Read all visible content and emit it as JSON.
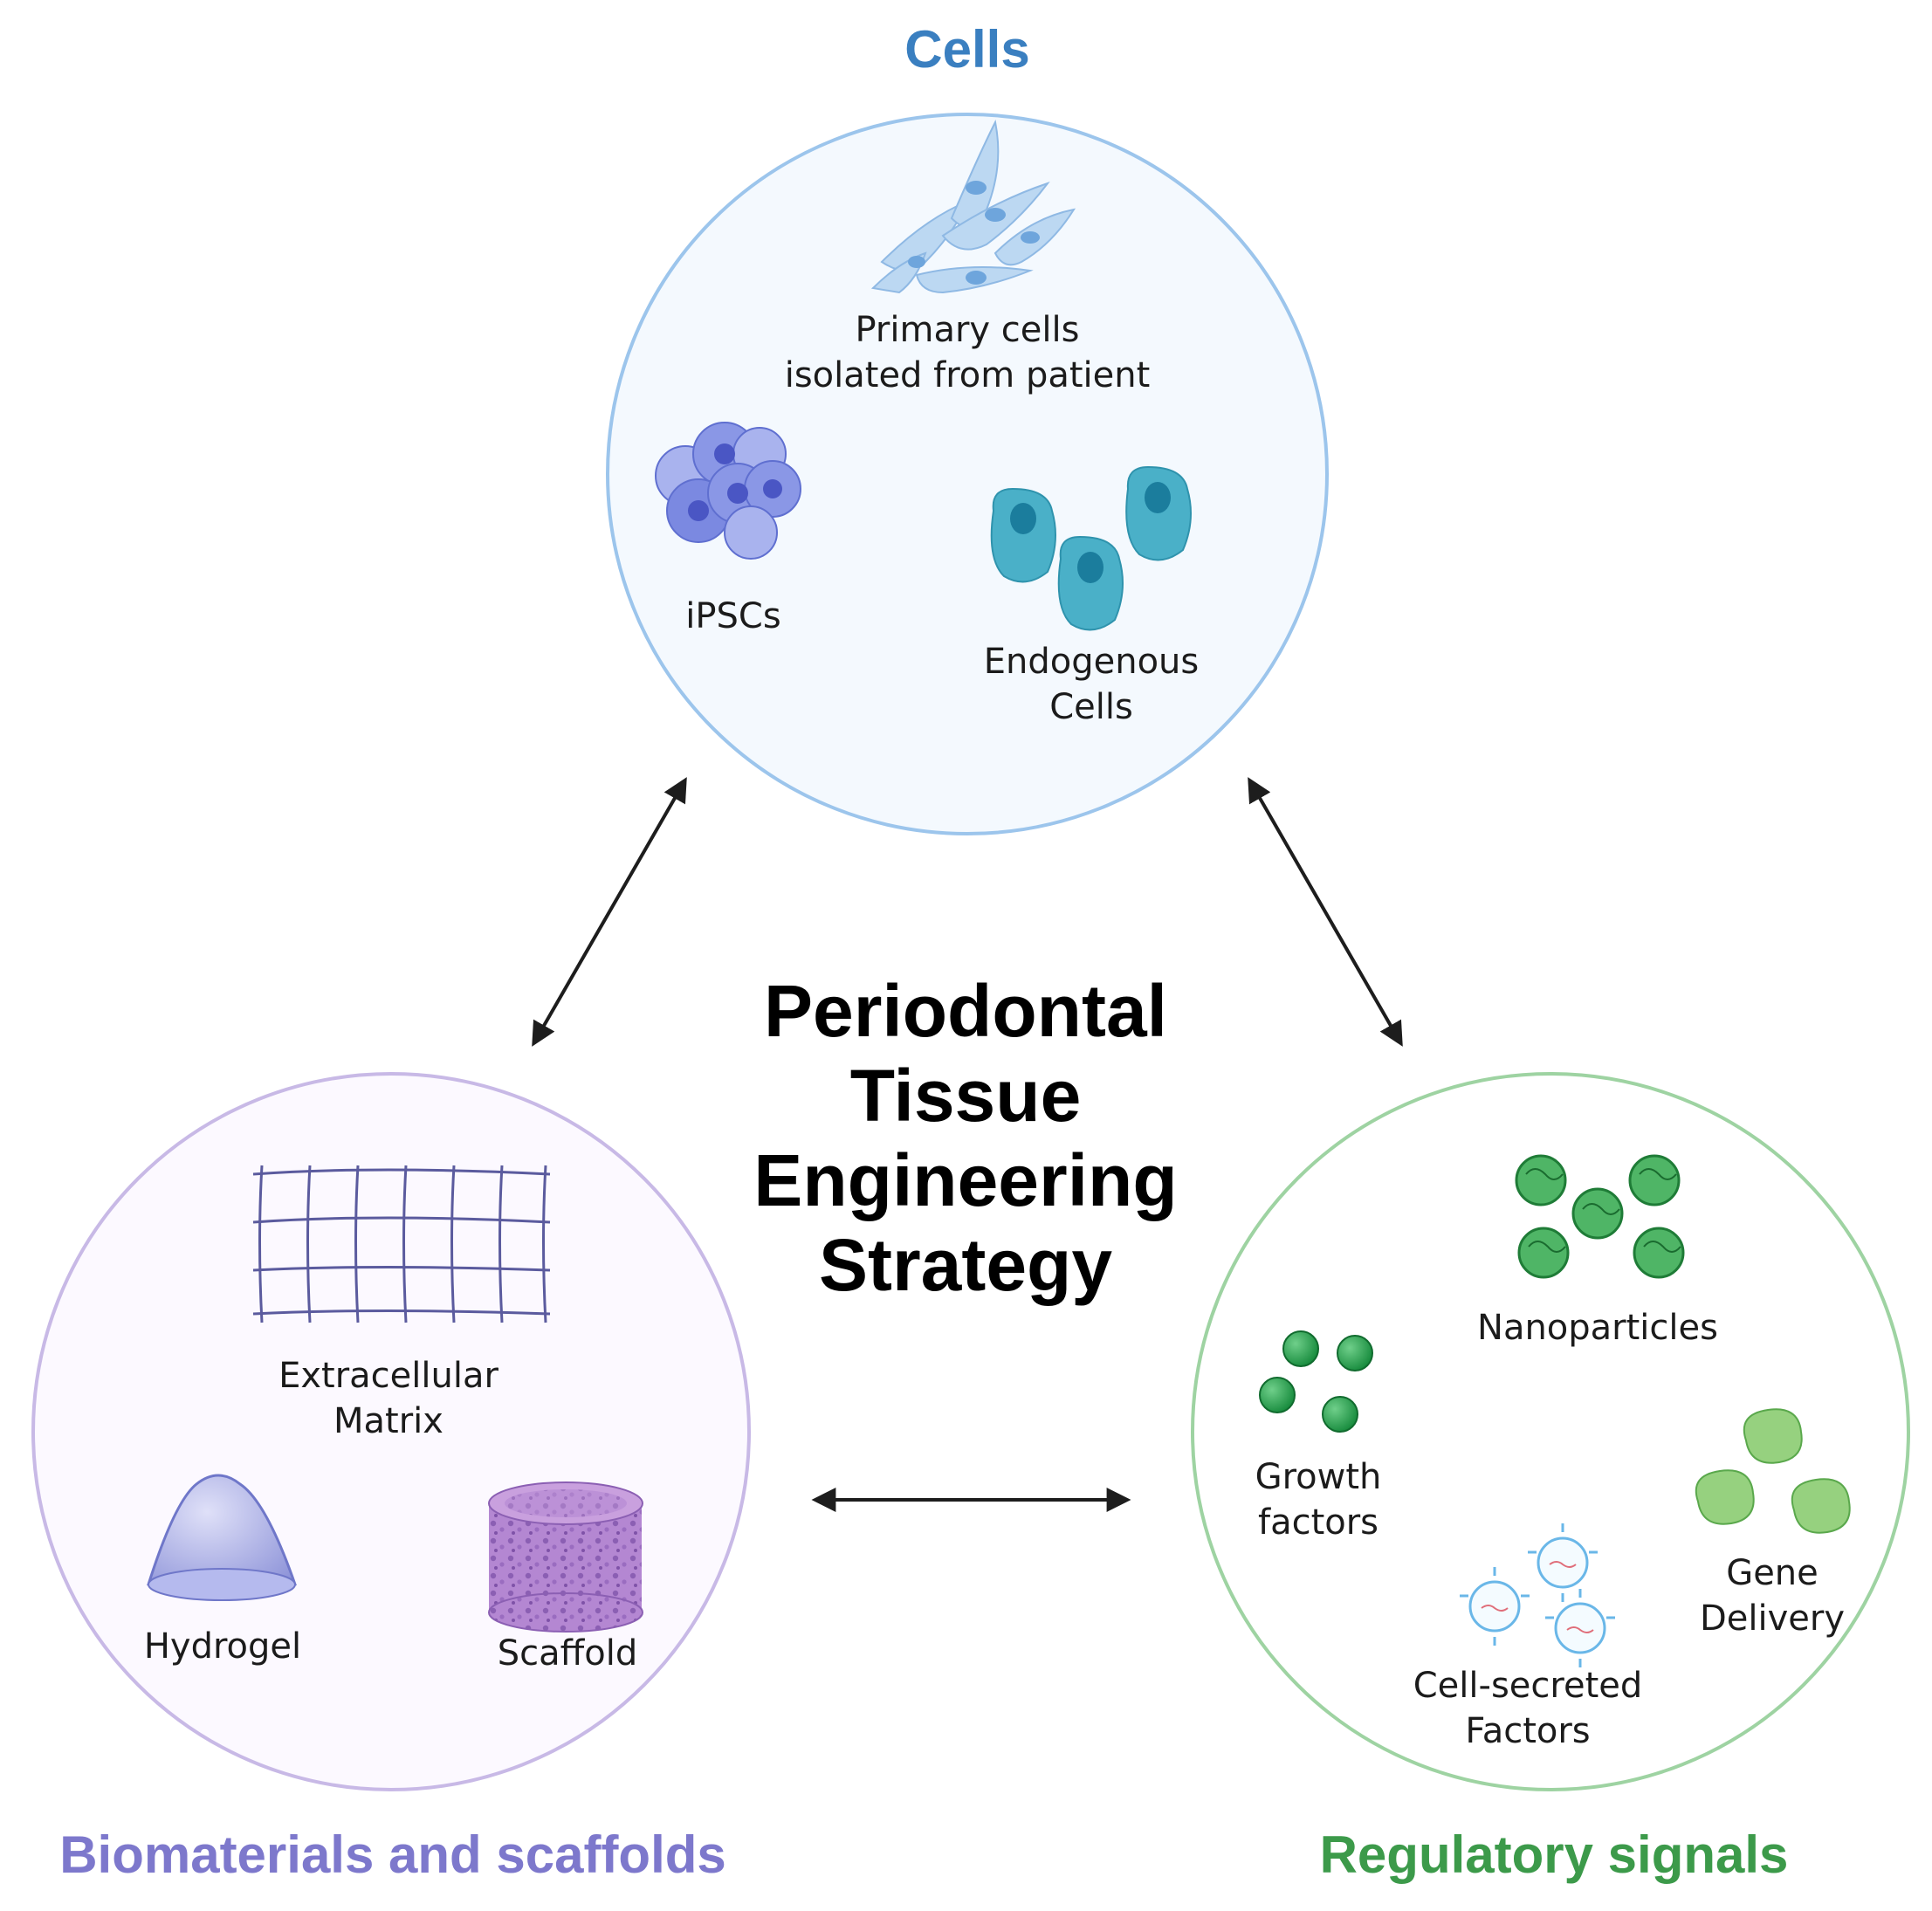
{
  "diagram": {
    "center_title_lines": [
      "Periodontal",
      "Tissue",
      "Engineering",
      "Strategy"
    ],
    "nodes": {
      "cells": {
        "heading": "Cells",
        "items": {
          "primary": [
            "Primary cells",
            "isolated from patient"
          ],
          "ipscs": [
            "iPSCs"
          ],
          "endogenous": [
            "Endogenous",
            "Cells"
          ]
        }
      },
      "biomaterials": {
        "heading": "Biomaterials and scaffolds",
        "items": {
          "ecm": [
            "Extracellular",
            "Matrix"
          ],
          "hydrogel": [
            "Hydrogel"
          ],
          "scaffold": [
            "Scaffold"
          ]
        }
      },
      "signals": {
        "heading": "Regulatory signals",
        "items": {
          "nanoparticles": [
            "Nanoparticles"
          ],
          "growth": [
            "Growth",
            "factors"
          ],
          "gene": [
            "Gene",
            "Delivery"
          ],
          "secreted": [
            "Cell-secreted",
            "Factors"
          ]
        }
      }
    },
    "colors": {
      "cells_heading": "#3a7fc0",
      "cells_ring": "#9cc5ec",
      "cells_fill": "#f4f9fe",
      "bio_heading": "#7d78cc",
      "bio_ring": "#c8b9e6",
      "bio_fill": "#fcf9ff",
      "sig_heading": "#3c9a4a",
      "sig_ring": "#9ed3a2",
      "sig_fill": "#ffffff",
      "arrow": "#1d1d1d"
    }
  }
}
